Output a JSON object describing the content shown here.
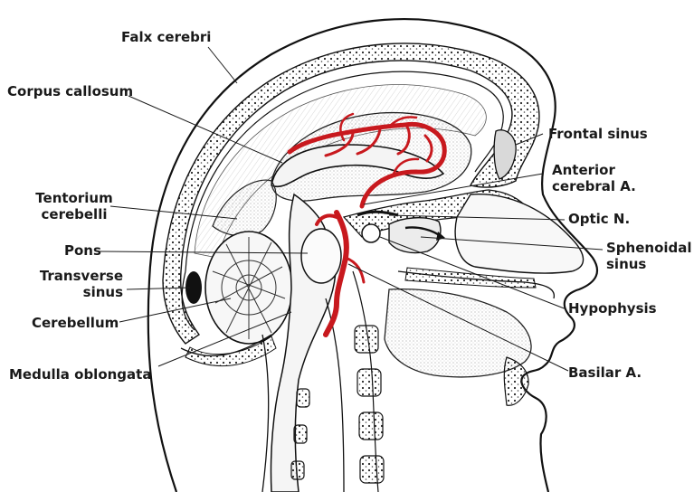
{
  "labels": {
    "falx_cerebri": "Falx cerebri",
    "corpus_callosum": "Corpus callosum",
    "tentorium_line1": "Tentorium",
    "tentorium_line2": "cerebelli",
    "pons": "Pons",
    "transverse_line1": "Transverse",
    "transverse_line2": "sinus",
    "cerebellum": "Cerebellum",
    "medulla_oblongata": "Medulla oblongata",
    "frontal_sinus": "Frontal sinus",
    "anterior_line1": "Anterior",
    "anterior_line2": "cerebral A.",
    "optic_nerve": "Optic N.",
    "sphenoidal_line1": "Sphenoidal",
    "sphenoidal_line2": "sinus",
    "hypophysis": "Hypophysis",
    "basilar_artery": "Basilar A."
  },
  "colors": {
    "artery": "#c8191e",
    "ink": "#1a1a1a",
    "bone_fill": "#e9e9e9",
    "background": "#ffffff"
  }
}
